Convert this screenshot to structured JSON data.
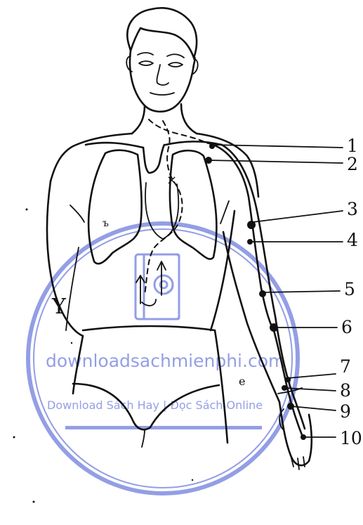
{
  "labels": [
    {
      "id": "1",
      "text": "1"
    },
    {
      "id": "2",
      "text": "2"
    },
    {
      "id": "3",
      "text": "3"
    },
    {
      "id": "4",
      "text": "4"
    },
    {
      "id": "5",
      "text": "5"
    },
    {
      "id": "6",
      "text": "6"
    },
    {
      "id": "7",
      "text": "7"
    },
    {
      "id": "8",
      "text": "8"
    },
    {
      "id": "9",
      "text": "9"
    },
    {
      "id": "10",
      "text": "10"
    }
  ],
  "watermark": {
    "site": "downloadsachmienphi.com",
    "tagline": "Download Sách Hay | Đọc Sách Online",
    "color": "#3b4fd0"
  }
}
